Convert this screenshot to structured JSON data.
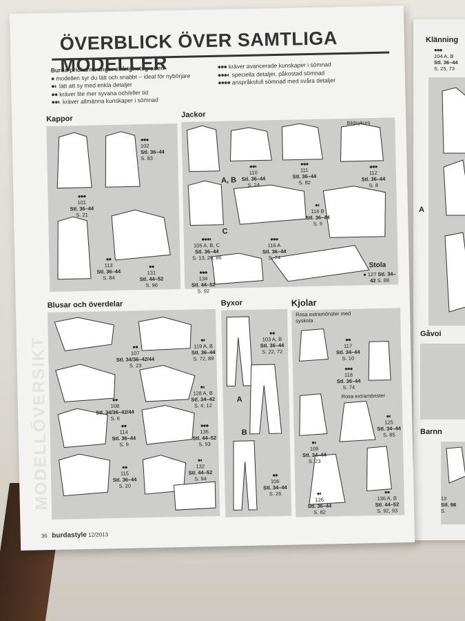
{
  "page": {
    "title": "ÖVERBLICK ÖVER SAMTLIGA MODELLER",
    "side_watermark": "MODELLÖVERSIKT",
    "legend": {
      "heading": "Burda-prickarna anger svårighetsgraden",
      "left": [
        {
          "dots": "●",
          "text": "modellen syr du lätt och snabbt – ideal för nybörjare"
        },
        {
          "dots": "●◐",
          "text": "lätt att sy med enkla detaljer"
        },
        {
          "dots": "●●",
          "text": "kräver lite mer syvana och/eller tid"
        },
        {
          "dots": "●●◐",
          "text": "kräver allmänna kunskaper i sömnad"
        }
      ],
      "right": [
        {
          "dots": "●●●",
          "text": "kräver avancerade kunskaper i sömnad"
        },
        {
          "dots": "●●●◐",
          "text": "speciella detaljer, påkostad sömnad"
        },
        {
          "dots": "●●●●",
          "text": "anspråksfull sömnad med svåra detaljer"
        }
      ]
    },
    "sections": {
      "kappor": {
        "title": "Kappor",
        "items": [
          {
            "dots": "●●●",
            "num": "102",
            "size": "Stl. 36–44",
            "page": "S. 83"
          },
          {
            "dots": "●●●",
            "num": "101",
            "size": "Stl. 36–44",
            "page": "S. 21"
          },
          {
            "dots": "●●",
            "num": "113",
            "size": "Stl. 36–44",
            "page": "S. 84"
          },
          {
            "dots": "●●",
            "num": "131",
            "size": "Stl. 44–52",
            "page": "S. 96"
          }
        ]
      },
      "jackor": {
        "title": "Jackor",
        "note": "Bildsykurs",
        "letters": [
          "A, B",
          "C"
        ],
        "items": [
          {
            "dots": "●●◐",
            "num": "110",
            "size": "Stl. 36–44",
            "page": "S. 24"
          },
          {
            "dots": "●●●",
            "num": "111",
            "size": "Stl. 36–44",
            "page": "S. 82"
          },
          {
            "dots": "●●●",
            "num": "112",
            "size": "Stl. 36–44",
            "page": "S. 8"
          },
          {
            "dots": "●●●◐",
            "num": "105 A, B, C",
            "size": "Stl. 36–44",
            "page": "S. 13, 26, 86"
          },
          {
            "dots": "●●●",
            "num": "116 A",
            "size": "Stl. 36–44",
            "page": "S. 74"
          },
          {
            "dots": "●◐",
            "num": "116 B",
            "size": "Stl. 36–44",
            "page": "S. 9"
          },
          {
            "dots": "●●●",
            "num": "134",
            "size": "Stl. 44–52",
            "page": "S. 92"
          },
          {
            "dots": "●",
            "num": "127",
            "size": "Stl. 34–42",
            "page": "S. 88",
            "label": "Stola"
          }
        ]
      },
      "blusar": {
        "title": "Blusar och överdelar",
        "items": [
          {
            "dots": "●●",
            "num": "107",
            "size": "Stl. 34/36–42/44",
            "page": "S. 23"
          },
          {
            "dots": "●◐",
            "num": "119 A, B",
            "size": "Stl. 36–44",
            "page": "S. 72, 89"
          },
          {
            "dots": "●●",
            "num": "108",
            "size": "Stl. 34/36–42/44",
            "page": "S. 6"
          },
          {
            "dots": "●◐",
            "num": "128 A, B",
            "size": "Stl. 34–42",
            "page": "S. 4, 12"
          },
          {
            "dots": "●●",
            "num": "114",
            "size": "Stl. 36–44",
            "page": "S. 9"
          },
          {
            "dots": "●●●",
            "num": "135",
            "size": "Stl. 44–52",
            "page": "S. 93"
          },
          {
            "dots": "●●",
            "num": "115",
            "size": "Stl. 36–44",
            "page": "S. 20"
          },
          {
            "dots": "●◐",
            "num": "132",
            "size": "Stl. 44–52",
            "page": "S. 94"
          }
        ]
      },
      "byxor": {
        "title": "Byxor",
        "letters": [
          "A",
          "B"
        ],
        "items": [
          {
            "dots": "●●",
            "num": "103 A, B",
            "size": "Stl. 36–44",
            "page": "S. 22, 72"
          },
          {
            "dots": "●●",
            "num": "106",
            "size": "Stl. 34–44",
            "page": "S. 26"
          }
        ]
      },
      "kjolar": {
        "title": "Kjolar",
        "note1": "Rosa extramönster med syskola",
        "note2": "Rosa extramönster",
        "items": [
          {
            "dots": "●●",
            "num": "117",
            "size": "Stl. 34–44",
            "page": "S. 10"
          },
          {
            "dots": "●●●",
            "num": "118",
            "size": "Stl. 36–44",
            "page": "S. 74"
          },
          {
            "dots": "●◐",
            "num": "125",
            "size": "Stl. 34–44",
            "page": "S. 85"
          },
          {
            "dots": "●◐",
            "num": "109",
            "size": "Stl. 34–44",
            "page": "S. 23"
          },
          {
            "dots": "●◐",
            "num": "126",
            "size": "Stl. 36–44",
            "page": "S. 82"
          },
          {
            "dots": "●●",
            "num": "136 A, B",
            "size": "Stl. 44–52",
            "page": "S. 92, 93"
          }
        ]
      }
    },
    "footer": {
      "page_num": "36",
      "brand": "burdastyle",
      "issue": "12/2013"
    }
  },
  "right_page": {
    "klanning_title": "Klänning",
    "klanning_item": {
      "dots": "●●●",
      "num": "104 A, B",
      "size": "Stl. 36–44",
      "page": "S. 25, 73"
    },
    "letter_a": "A",
    "gavo_title": "Gåvoi",
    "barn_title": "Barnn",
    "barn_item": {
      "num": "13",
      "size": "Stl. 98",
      "page": "S."
    }
  },
  "colors": {
    "panel": "#cdcdcb",
    "paper": "#f3f3f1",
    "ink": "#222222"
  }
}
